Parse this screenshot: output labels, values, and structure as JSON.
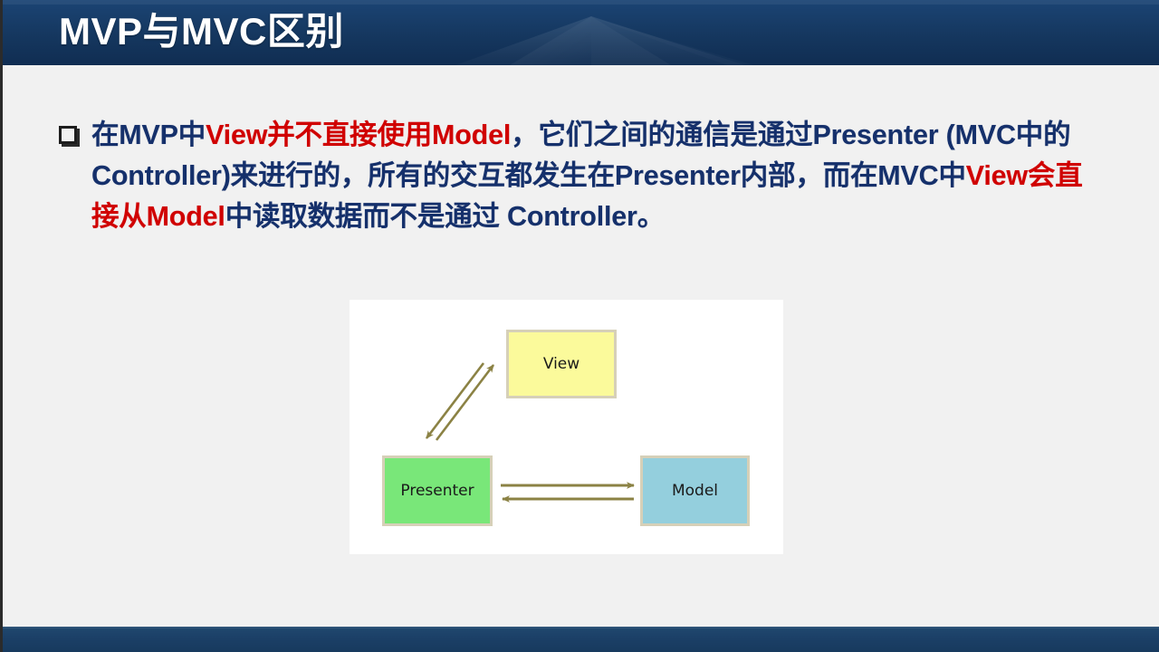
{
  "slide": {
    "title": "MVP与MVC区别",
    "background_color": "#f1f1f1",
    "header_color": "#15375f",
    "footer_color": "#1b3f66"
  },
  "content": {
    "bullet_glyph": "hollow-square",
    "text_color": "#15306b",
    "highlight_color": "#d00000",
    "paragraph_runs": [
      {
        "text": "在MVP中",
        "highlight": false
      },
      {
        "text": "View并不直接使用Model",
        "highlight": true
      },
      {
        "text": "，它们之间的通信是通过Presenter (MVC中的Controller)来进行的，所有的交互都发生在Presenter内部，而在MVC中",
        "highlight": false
      },
      {
        "text": "View会直接从Model",
        "highlight": true
      },
      {
        "text": "中读取数据而不是通过 Controller。",
        "highlight": false
      }
    ],
    "paragraph_plain": "在MVP中View并不直接使用Model，它们之间的通信是通过Presenter (MVC中的Controller)来进行的，所有的交互都发生在Presenter内部，而在MVC中View会直接从Model中读取数据而不是通过 Controller。"
  },
  "diagram": {
    "type": "block-diagram",
    "background": "#ffffff",
    "arrow_color": "#8b8244",
    "nodes": [
      {
        "id": "view",
        "label": "View",
        "fill": "#fbfa9b",
        "border": "#d6d0b8"
      },
      {
        "id": "presenter",
        "label": "Presenter",
        "fill": "#79e779",
        "border": "#d6d0b8"
      },
      {
        "id": "model",
        "label": "Model",
        "fill": "#94cfdd",
        "border": "#d6d0b8"
      }
    ],
    "edges": [
      {
        "from": "presenter",
        "to": "view",
        "direction": "up-right"
      },
      {
        "from": "view",
        "to": "presenter",
        "direction": "down-left"
      },
      {
        "from": "presenter",
        "to": "model",
        "direction": "right"
      },
      {
        "from": "model",
        "to": "presenter",
        "direction": "left"
      }
    ]
  }
}
